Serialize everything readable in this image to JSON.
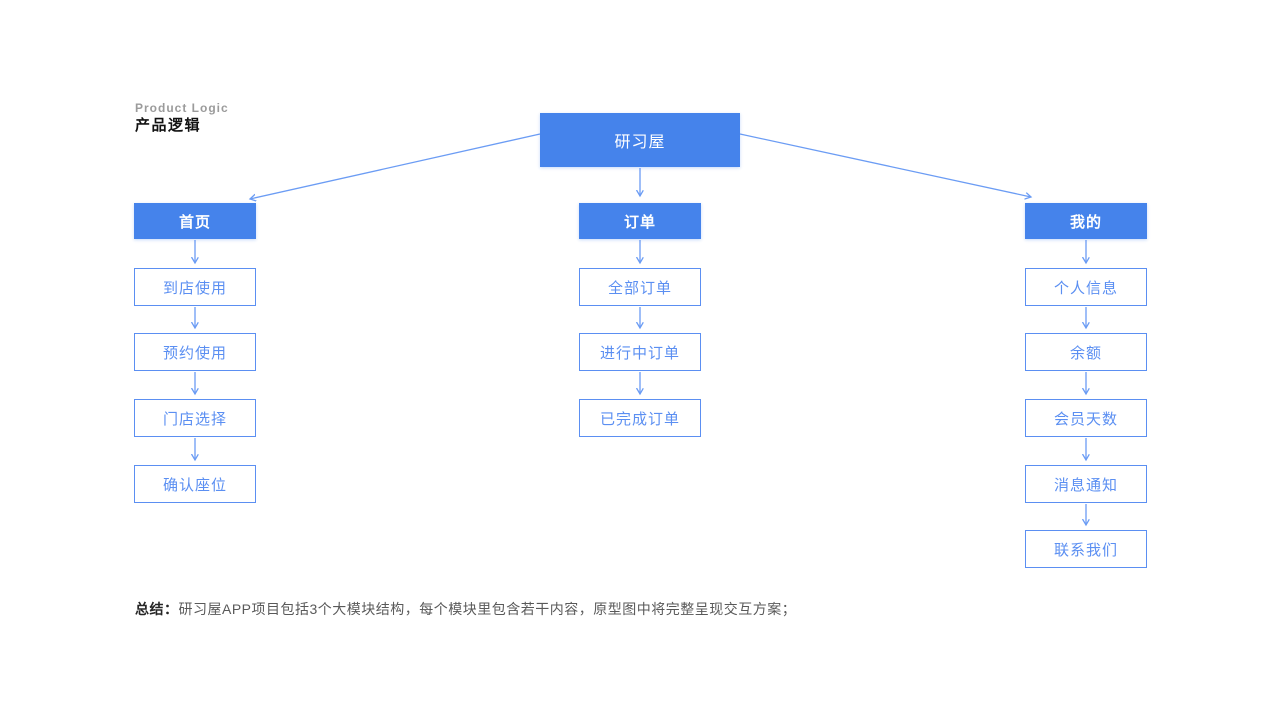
{
  "page": {
    "subtitle_en": "Product Logic",
    "title_zh": "产品逻辑"
  },
  "colors": {
    "node_fill_blue": "#4583eb",
    "node_border_blue": "#5b8ff2",
    "arrow_blue": "#6b9cf4",
    "subtitle_gray": "#9b9b9b",
    "summary_gray": "#595959"
  },
  "diagram": {
    "root": {
      "label": "研习屋"
    },
    "columns": [
      {
        "header": "首页",
        "items": [
          "到店使用",
          "预约使用",
          "门店选择",
          "确认座位"
        ]
      },
      {
        "header": "订单",
        "items": [
          "全部订单",
          "进行中订单",
          "已完成订单"
        ]
      },
      {
        "header": "我的",
        "items": [
          "个人信息",
          "余额",
          "会员天数",
          "消息通知",
          "联系我们"
        ]
      }
    ]
  },
  "summary": {
    "label": "总结：",
    "text": "研习屋APP项目包括3个大模块结构，每个模块里包含若干内容，原型图中将完整呈现交互方案；"
  }
}
